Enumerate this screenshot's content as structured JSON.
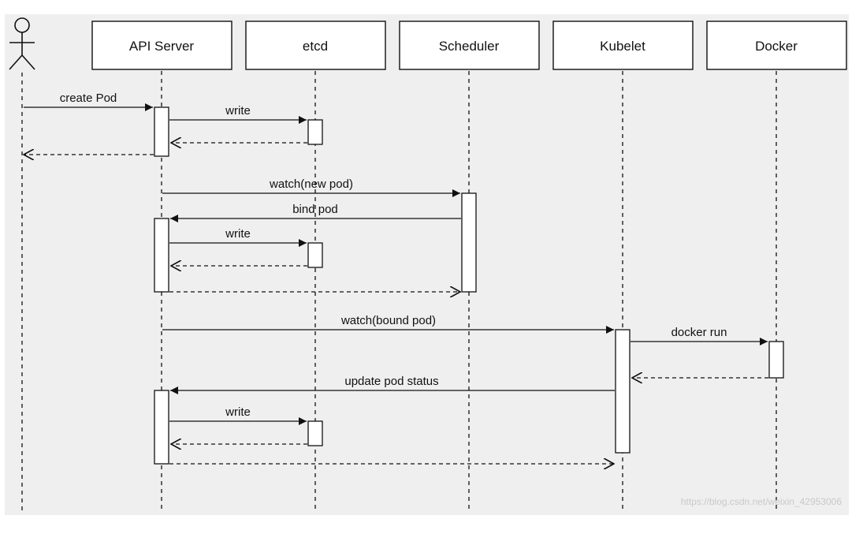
{
  "diagram": {
    "type": "sequence",
    "participants": [
      {
        "id": "user",
        "label": "",
        "kind": "actor"
      },
      {
        "id": "api",
        "label": "API Server"
      },
      {
        "id": "etcd",
        "label": "etcd"
      },
      {
        "id": "sched",
        "label": "Scheduler"
      },
      {
        "id": "kubelet",
        "label": "Kubelet"
      },
      {
        "id": "docker",
        "label": "Docker"
      }
    ],
    "messages": [
      {
        "from": "user",
        "to": "api",
        "label": "create Pod",
        "kind": "call"
      },
      {
        "from": "api",
        "to": "etcd",
        "label": "write",
        "kind": "call"
      },
      {
        "from": "etcd",
        "to": "api",
        "label": "",
        "kind": "return"
      },
      {
        "from": "api",
        "to": "user",
        "label": "",
        "kind": "return"
      },
      {
        "from": "api",
        "to": "sched",
        "label": "watch(new pod)",
        "kind": "call"
      },
      {
        "from": "sched",
        "to": "api",
        "label": "bind pod",
        "kind": "call"
      },
      {
        "from": "api",
        "to": "etcd",
        "label": "write",
        "kind": "call"
      },
      {
        "from": "etcd",
        "to": "api",
        "label": "",
        "kind": "return"
      },
      {
        "from": "api",
        "to": "sched",
        "label": "",
        "kind": "return"
      },
      {
        "from": "api",
        "to": "kubelet",
        "label": "watch(bound pod)",
        "kind": "call"
      },
      {
        "from": "kubelet",
        "to": "docker",
        "label": "docker run",
        "kind": "call"
      },
      {
        "from": "docker",
        "to": "kubelet",
        "label": "",
        "kind": "return"
      },
      {
        "from": "kubelet",
        "to": "api",
        "label": "update pod status",
        "kind": "call"
      },
      {
        "from": "api",
        "to": "etcd",
        "label": "write",
        "kind": "call"
      },
      {
        "from": "etcd",
        "to": "api",
        "label": "",
        "kind": "return"
      },
      {
        "from": "api",
        "to": "kubelet",
        "label": "",
        "kind": "return"
      }
    ]
  },
  "watermark": "https://blog.csdn.net/weixin_42953006"
}
